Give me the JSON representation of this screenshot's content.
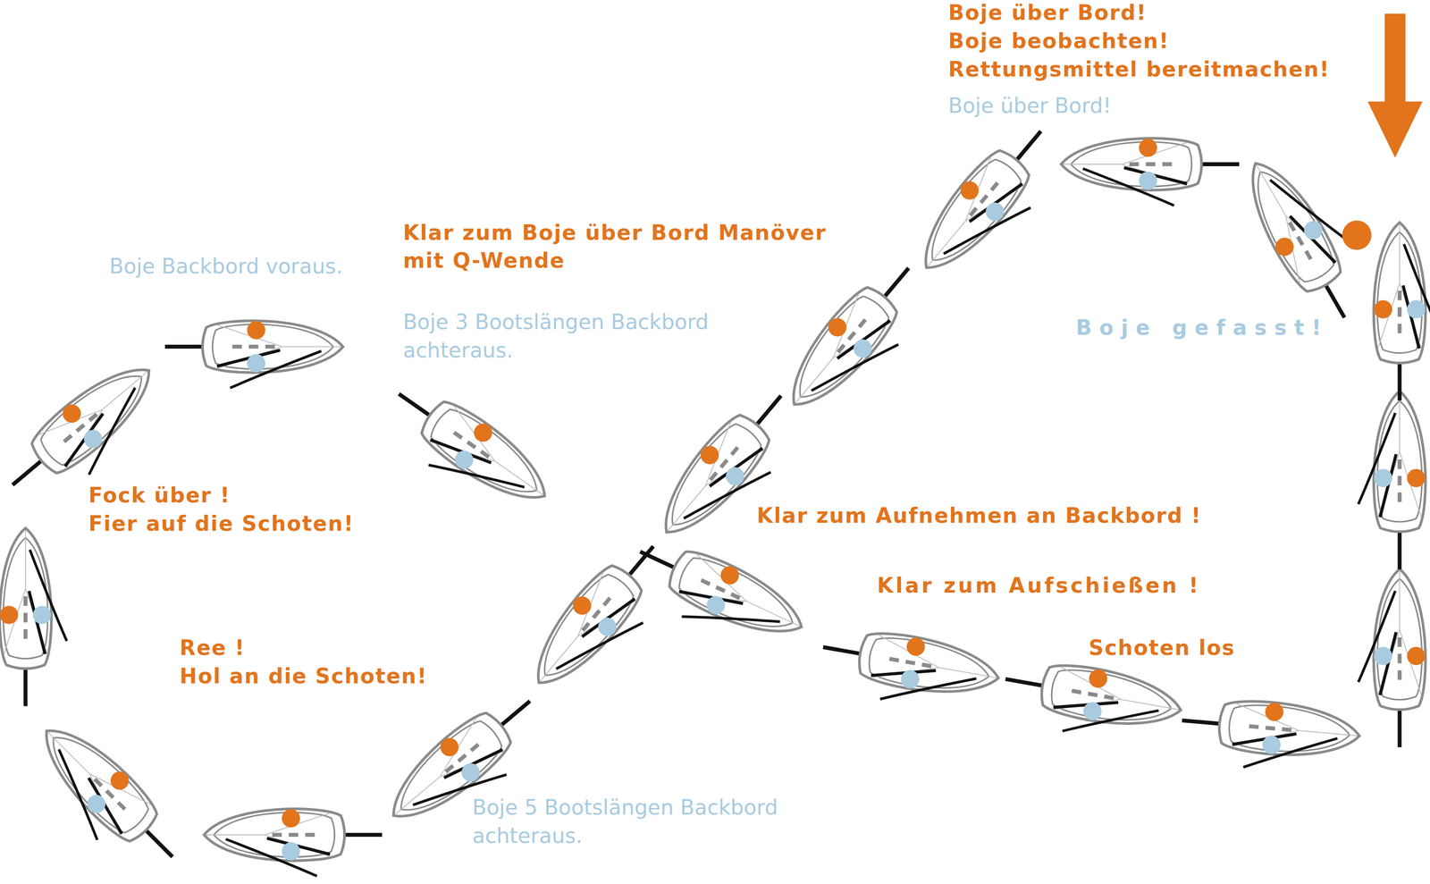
{
  "diagram": {
    "labels": [
      "Boje über Bord!",
      "Boje beobachten!",
      "Rettungsmittel bereitmachen!",
      "Boje über Bord!",
      "Klar zum Boje über Bord Manöver",
      "mit Q-Wende",
      "Boje Backbord voraus.",
      "Boje 3 Bootslängen Backbord",
      "achteraus.",
      "Boje gefasst!",
      "Fock über !",
      "Fier auf die Schoten!",
      "Ree !",
      "Hol an die Schoten!",
      "Klar zum Aufnehmen an Backbord !",
      "Klar zum Aufschießen !",
      "Schoten los",
      "Boje 5 Bootslängen Backbord",
      "achteraus."
    ]
  }
}
